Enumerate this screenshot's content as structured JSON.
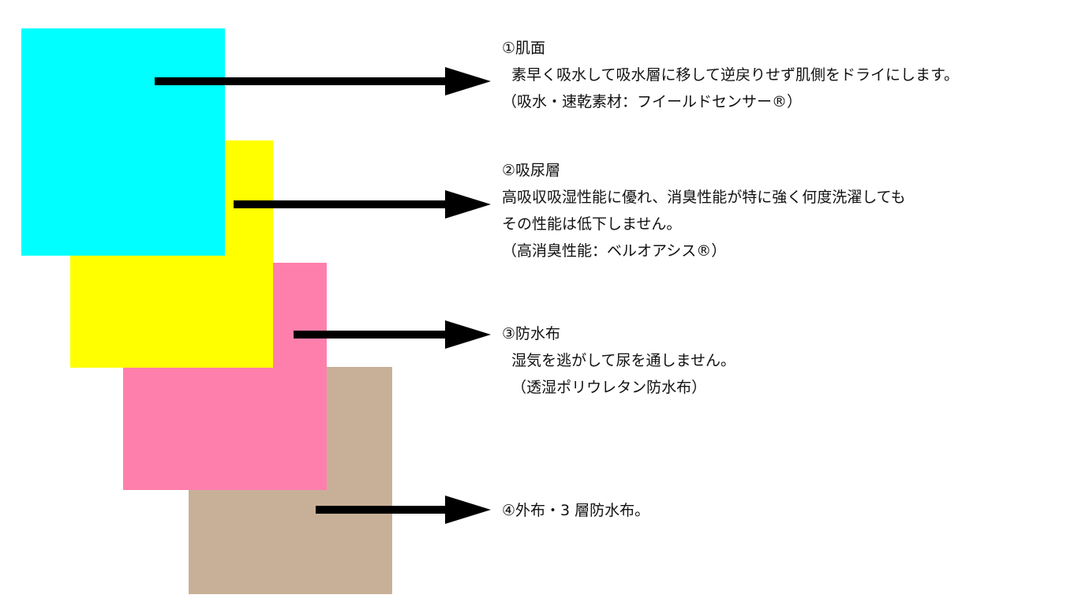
{
  "layers": [
    {
      "id": "1",
      "color": "#00ffff",
      "title": "①肌面",
      "lines": [
        "  素早く吸水して吸水層に移して逆戻りせず肌側をドライにします。",
        "（吸水・速乾素材：フイールドセンサー®）"
      ]
    },
    {
      "id": "2",
      "color": "#ffff00",
      "title": "②吸尿層",
      "lines": [
        "高吸収吸湿性能に優れ、消臭性能が特に強く何度洗濯しても",
        "その性能は低下しません。",
        "（高消臭性能：ベルオアシス®）"
      ]
    },
    {
      "id": "3",
      "color": "#ff7fac",
      "title": "③防水布",
      "lines": [
        "  湿気を逃がして尿を通しません。",
        "  （透湿ポリウレタン防水布）"
      ]
    },
    {
      "id": "4",
      "color": "#c8b098",
      "title": "④外布・3 層防水布。",
      "lines": []
    }
  ]
}
